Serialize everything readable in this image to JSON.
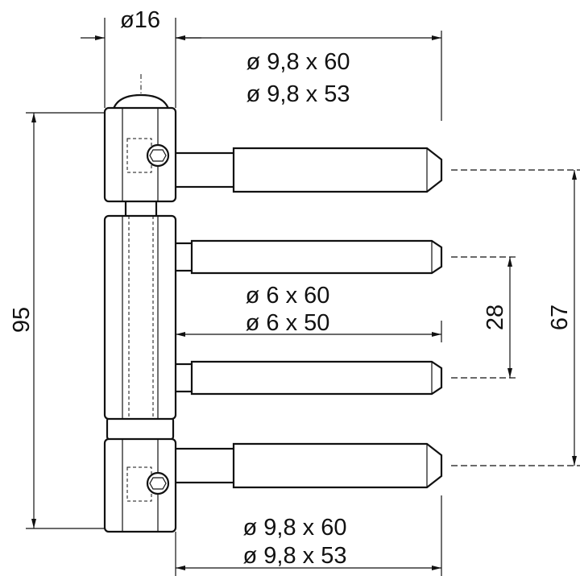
{
  "title": "3-part door hinge technical drawing",
  "dimensions": {
    "barrel_diameter": "ø16",
    "top_pin_1": "ø 9,8 x 60",
    "top_pin_2": "ø 9,8 x 53",
    "middle_pin_1": "ø 6 x 60",
    "middle_pin_2": "ø 6 x 50",
    "bottom_pin_1": "ø 9,8 x 60",
    "bottom_pin_2": "ø 9,8 x 53",
    "overall_height": "95",
    "middle_pin_spacing": "28",
    "outer_pin_spacing": "67"
  }
}
